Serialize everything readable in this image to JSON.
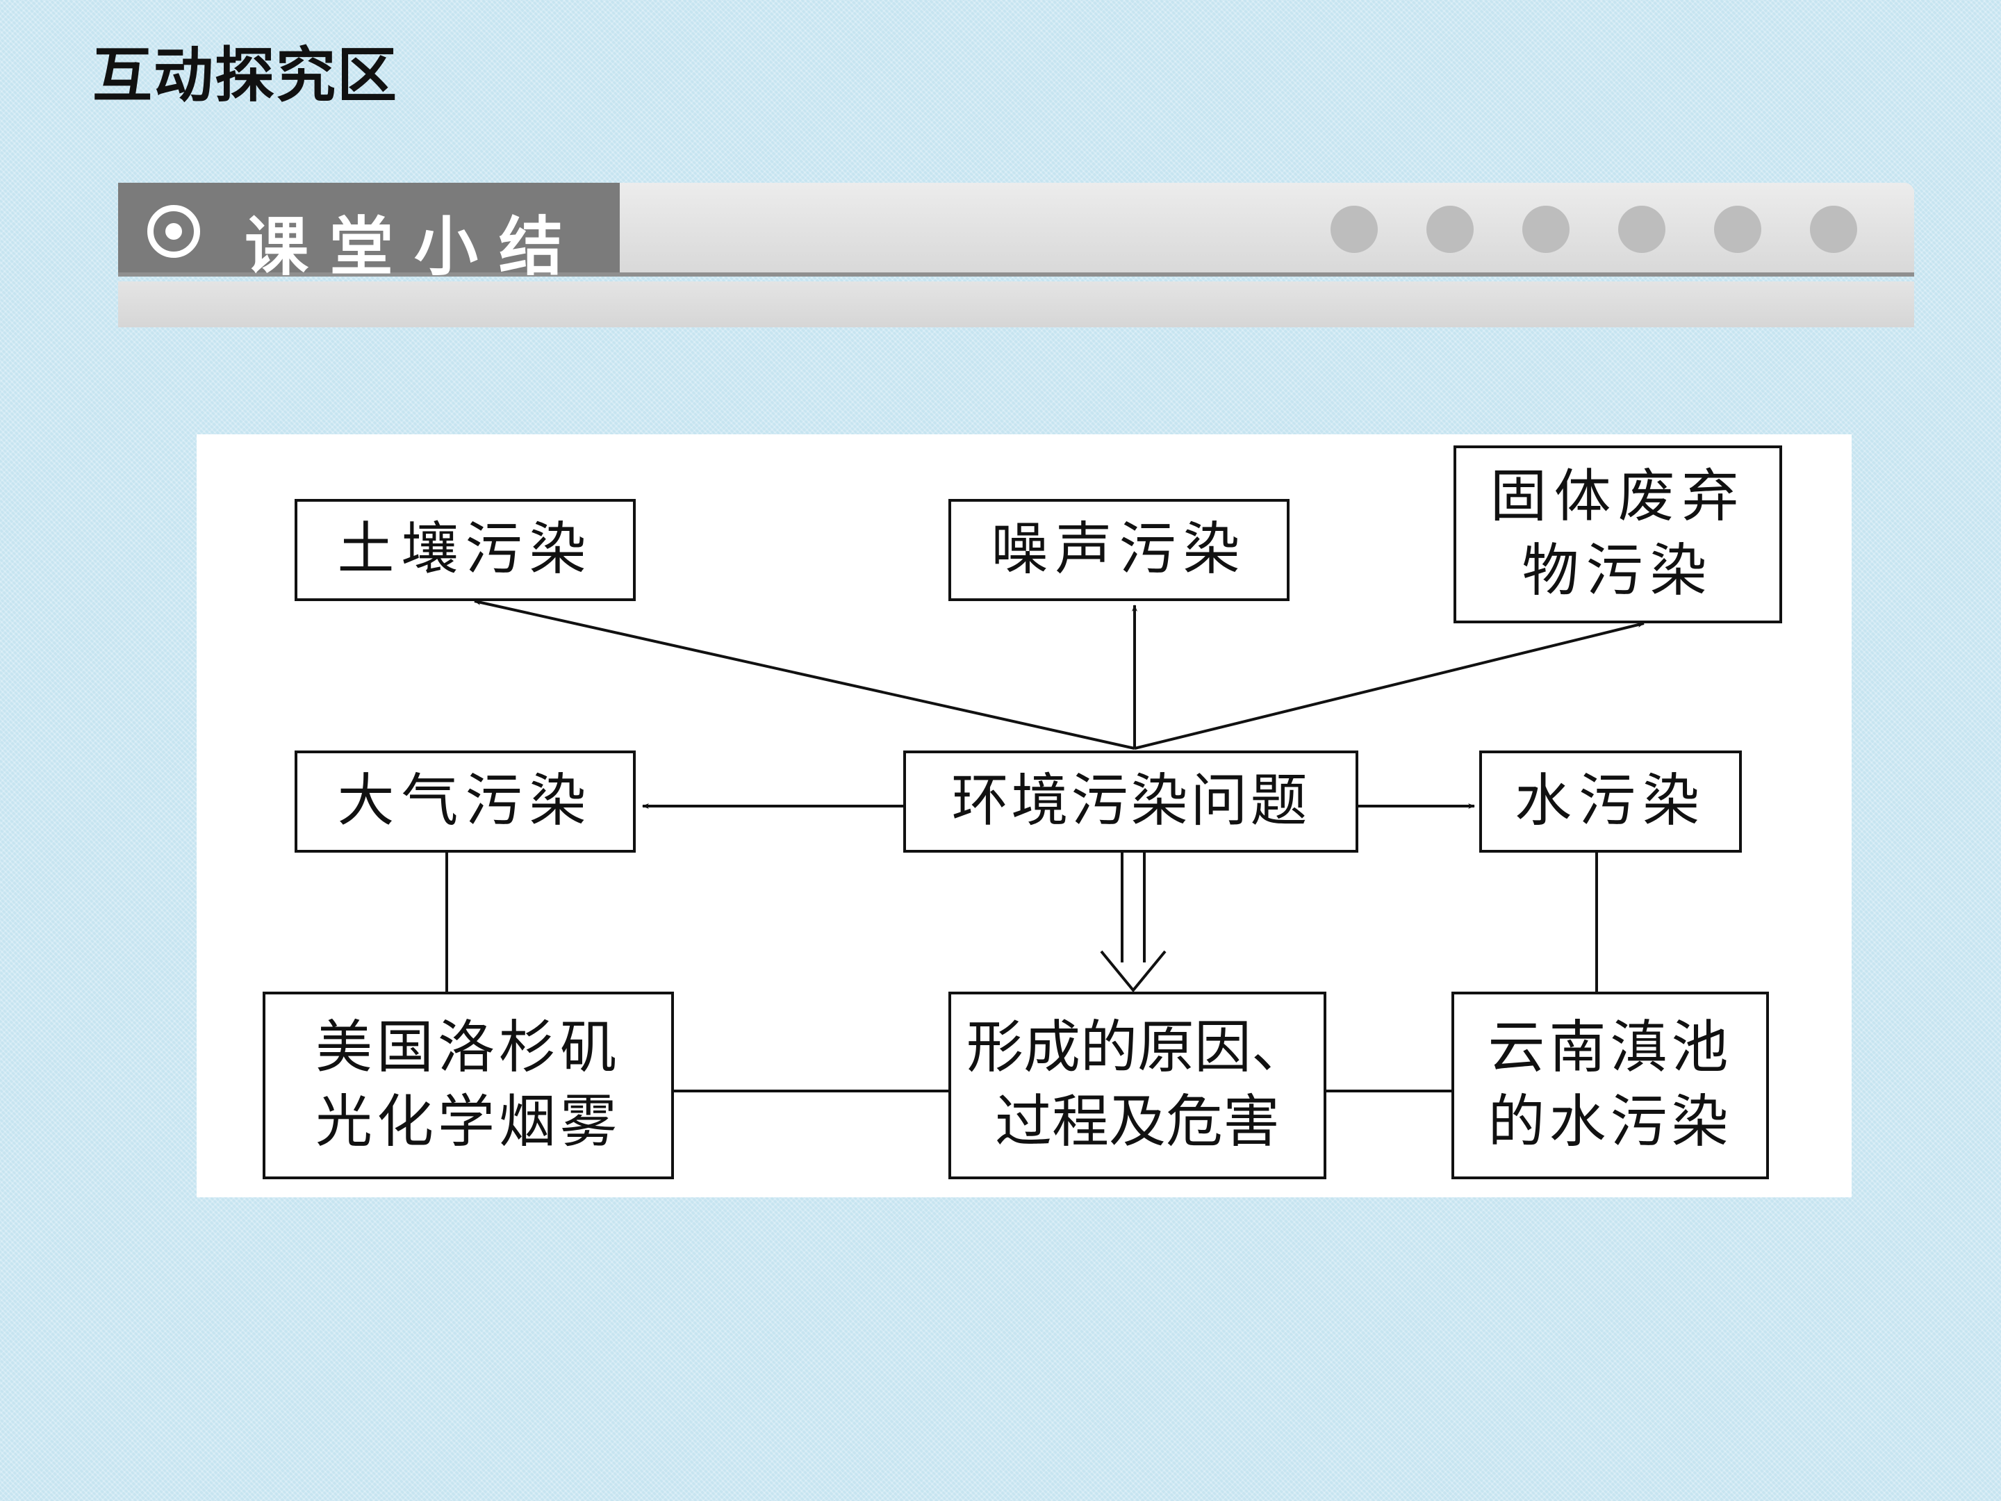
{
  "page": {
    "title": "互动探究区"
  },
  "banner": {
    "label": "课堂小结"
  },
  "diagram": {
    "nodes": {
      "center": [
        "环境污染问题"
      ],
      "soil": [
        "土壤污染"
      ],
      "noise": [
        "噪声污染"
      ],
      "solid": [
        "固体废弃",
        "物污染"
      ],
      "air": [
        "大气污染"
      ],
      "water": [
        "水污染"
      ],
      "la": [
        "美国洛杉矶",
        "光化学烟雾"
      ],
      "cause": [
        "形成的原因、",
        "过程及危害"
      ],
      "dianchi": [
        "云南滇池",
        "的水污染"
      ]
    }
  }
}
